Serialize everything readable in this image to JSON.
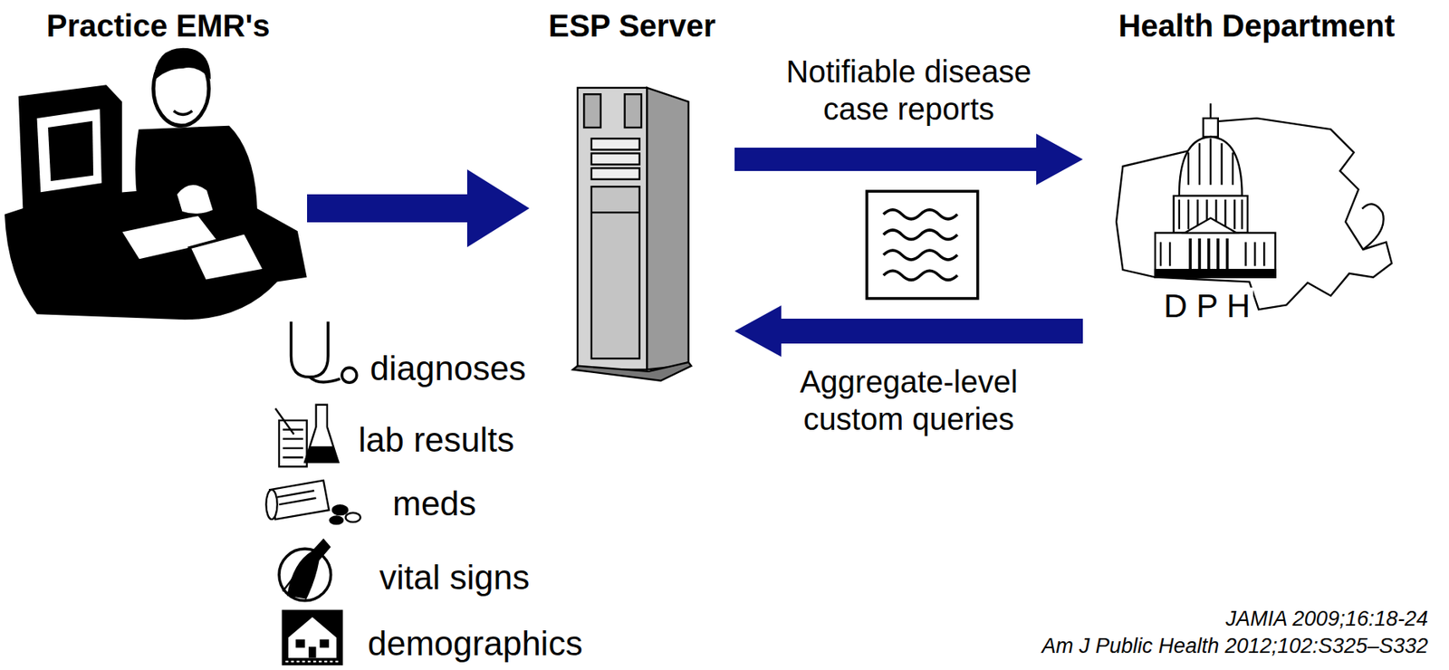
{
  "diagram": {
    "nodes": [
      {
        "text": [
          "Practice EMR's"
        ]
      },
      {
        "text": [
          "ESP Server"
        ]
      },
      {
        "text": [
          "Health Department",
          "D P H"
        ]
      }
    ],
    "edges": [
      {
        "from": 0,
        "to": 1,
        "arrow": "to"
      },
      {
        "from": 1,
        "to": 2,
        "label": "Notifiable disease case reports",
        "arrow": "to"
      },
      {
        "from": 2,
        "to": 1,
        "label": "Aggregate-level custom queries",
        "arrow": "to"
      }
    ],
    "labels": [
      "diagnoses",
      "lab results",
      "meds",
      "vital signs",
      "demographics",
      "JAMIA 2009;16:18-24",
      "Am J Public Health 2012;102:S325–S332"
    ]
  }
}
